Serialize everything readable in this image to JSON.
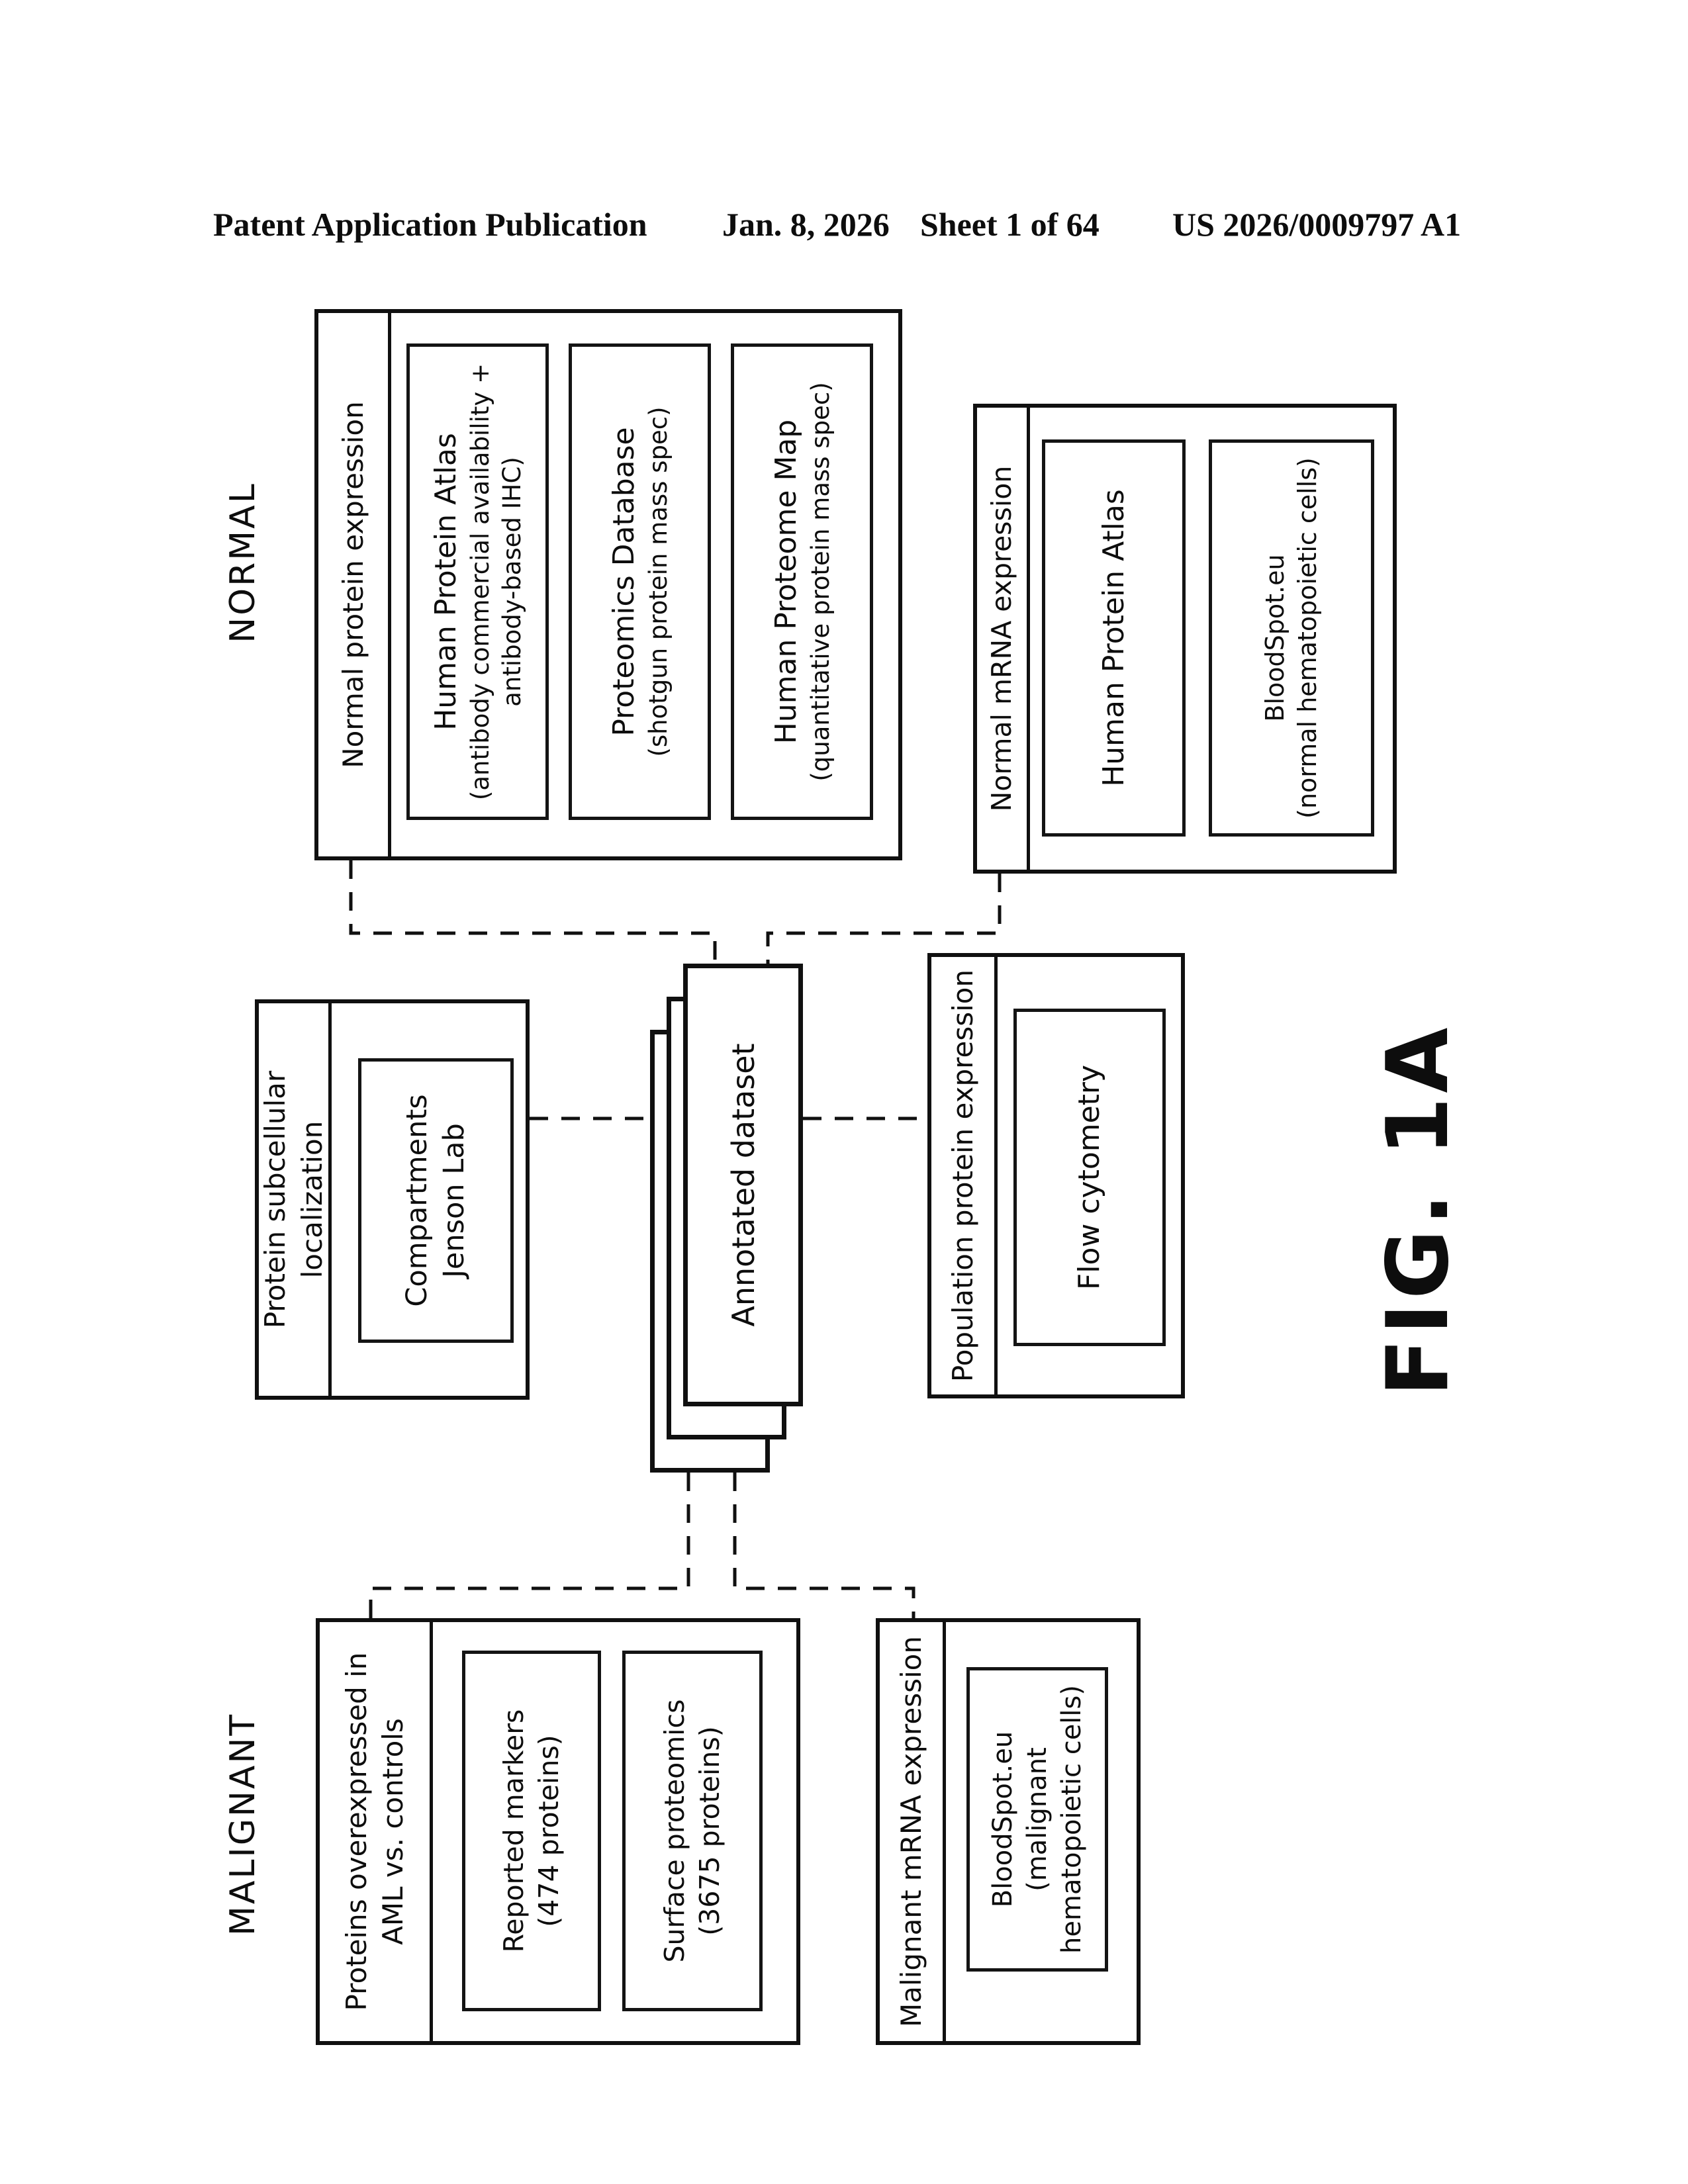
{
  "colors": {
    "ink": "#101010",
    "paper": "#ffffff"
  },
  "header": {
    "publication": "Patent Application Publication",
    "date": "Jan. 8, 2026",
    "sheet": "Sheet 1 of 64",
    "patent_number": "US 2026/0009797 A1"
  },
  "figure": {
    "label": "FIG. 1A",
    "headings": {
      "normal": "NORMAL",
      "malignant": "MALIGNANT"
    },
    "boxes": {
      "normal_protein": {
        "title": "Normal protein expression",
        "items": [
          {
            "lines": [
              "Human Protein Atlas",
              "(antibody commercial availability +",
              "antibody-based IHC)"
            ]
          },
          {
            "lines": [
              "Proteomics Database",
              "(shotgun protein mass spec)"
            ]
          },
          {
            "lines": [
              "Human Proteome Map",
              "(quantitative protein mass spec)"
            ]
          }
        ]
      },
      "normal_mrna": {
        "title": "Normal mRNA expression",
        "items": [
          {
            "lines": [
              "Human Protein Atlas"
            ]
          },
          {
            "lines": [
              "BloodSpot.eu",
              "(normal hematopoietic cells)"
            ]
          }
        ]
      },
      "subcellular": {
        "title": "Protein subcellular localization",
        "items": [
          {
            "lines": [
              "Compartments",
              "Jenson Lab"
            ]
          }
        ]
      },
      "annotated_dataset": {
        "label": "Annotated dataset"
      },
      "population": {
        "title": "Population protein expression",
        "items": [
          {
            "lines": [
              "Flow cytometry"
            ]
          }
        ]
      },
      "malignant_overexpressed": {
        "title_lines": [
          "Proteins overexpressed in",
          "AML vs. controls"
        ],
        "items": [
          {
            "lines": [
              "Reported markers",
              "(474 proteins)"
            ]
          },
          {
            "lines": [
              "Surface proteomics",
              "(3675 proteins)"
            ]
          }
        ]
      },
      "malignant_mrna": {
        "title": "Malignant mRNA expression",
        "items": [
          {
            "lines": [
              "BloodSpot.eu",
              "(malignant",
              "hematopoietic cells)"
            ]
          }
        ]
      }
    }
  }
}
